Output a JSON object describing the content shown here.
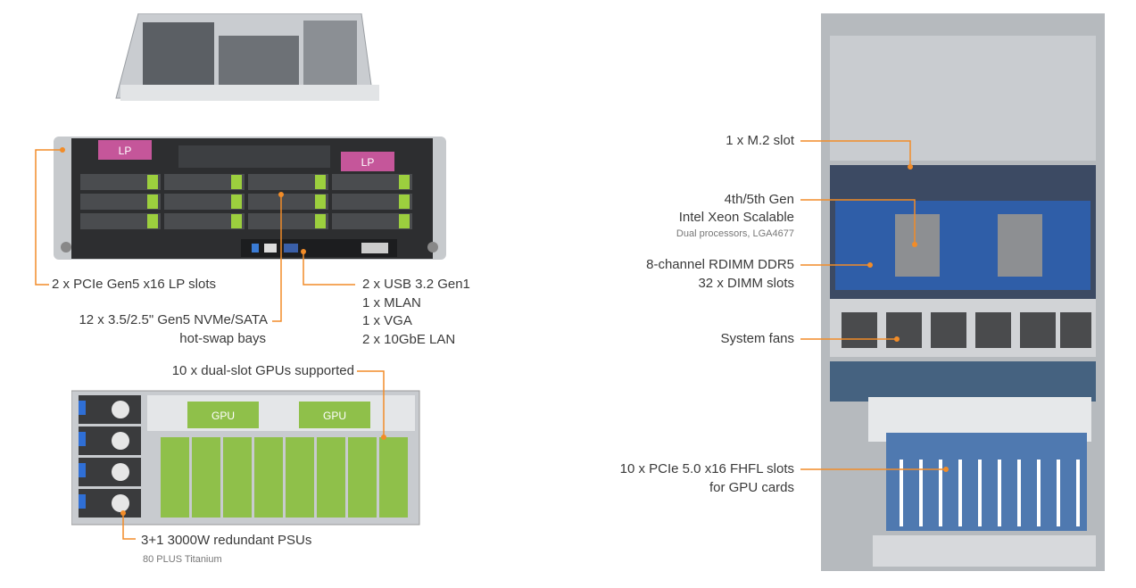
{
  "front_view": {
    "lp_tag": "LP",
    "callouts": {
      "lp_slots": "2 x PCIe Gen5 x16 LP slots",
      "bays_line1": "12 x 3.5/2.5\" Gen5 NVMe/SATA",
      "bays_line2": "hot-swap bays",
      "io_line1": "2 x USB 3.2 Gen1",
      "io_line2": "1 x MLAN",
      "io_line3": "1 x VGA",
      "io_line4": "2 x 10GbE LAN"
    }
  },
  "rear_view": {
    "gpu_tag": "GPU",
    "callouts": {
      "gpus": "10 x dual-slot GPUs supported",
      "psu": "3+1 3000W redundant PSUs",
      "psu_sub": "80 PLUS Titanium"
    }
  },
  "top_view": {
    "callouts": {
      "m2": "1 x M.2 slot",
      "cpu_line1": "4th/5th Gen",
      "cpu_line2": "Intel Xeon Scalable",
      "cpu_sub": "Dual processors, LGA4677",
      "mem_line1": "8-channel RDIMM DDR5",
      "mem_line2": "32 x DIMM slots",
      "fans": "System fans",
      "pcie_line1": "10 x PCIe 5.0 x16 FHFL slots",
      "pcie_line2": "for GPU cards"
    }
  },
  "colors": {
    "callout_line": "#f28c28",
    "lp_tag": "#c5569a",
    "gpu_green": "#8fc04a",
    "chassis_dark": "#2b2b2b",
    "chassis_metal": "#b9bcc0"
  }
}
